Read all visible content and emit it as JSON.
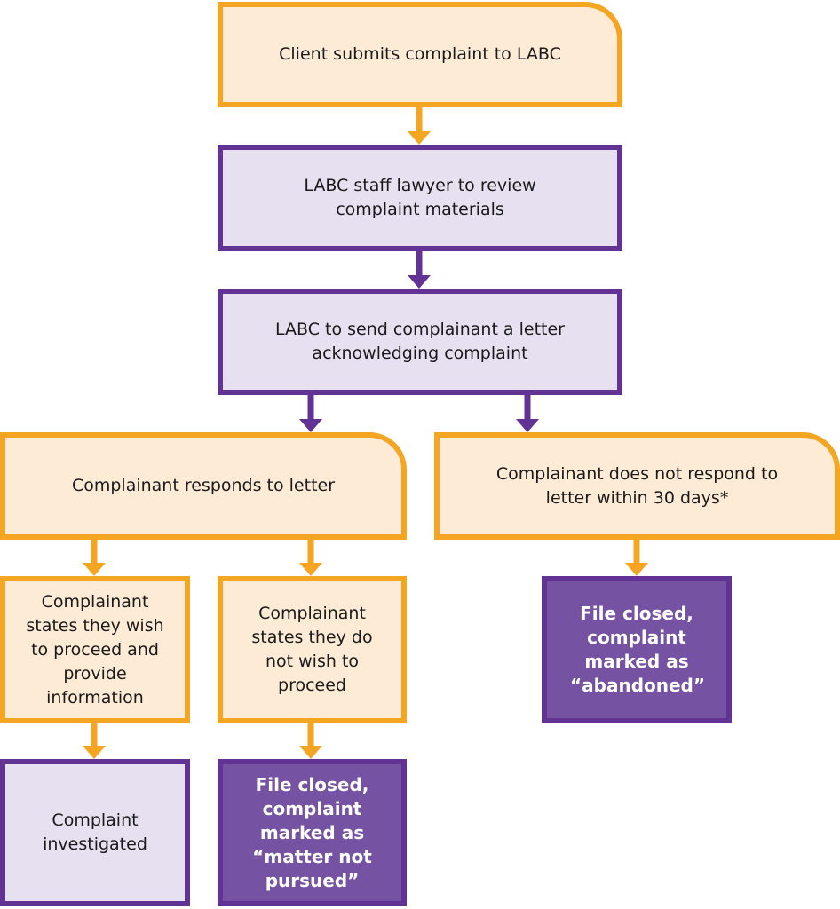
{
  "colors": {
    "orange_border": "#f4a622",
    "orange_fill": "#fdebd6",
    "purple_border": "#623394",
    "lilac_fill": "#e6e0f0",
    "dark_purple_fill": "#7553a2"
  },
  "nodes": {
    "submit": "Client submits complaint to LABC",
    "review": "LABC staff lawyer to review complaint materials",
    "acknowledge": "LABC to send complainant a letter acknowledging complaint",
    "responds": "Complainant responds to letter",
    "no_response": "Complainant does not respond to letter within 30 days*",
    "wish_proceed": "Complainant states they wish to proceed and provide information",
    "not_proceed": "Complainant states they do not wish to proceed",
    "abandoned": "File closed, complaint marked as “abandoned”",
    "investigated": "Complaint investigated",
    "not_pursued": "File closed, complaint marked as “matter not pursued”"
  },
  "edges": [
    {
      "from": "submit",
      "to": "review"
    },
    {
      "from": "review",
      "to": "acknowledge"
    },
    {
      "from": "acknowledge",
      "to": "responds"
    },
    {
      "from": "acknowledge",
      "to": "no_response"
    },
    {
      "from": "responds",
      "to": "wish_proceed"
    },
    {
      "from": "responds",
      "to": "not_proceed"
    },
    {
      "from": "no_response",
      "to": "abandoned"
    },
    {
      "from": "wish_proceed",
      "to": "investigated"
    },
    {
      "from": "not_proceed",
      "to": "not_pursued"
    }
  ]
}
